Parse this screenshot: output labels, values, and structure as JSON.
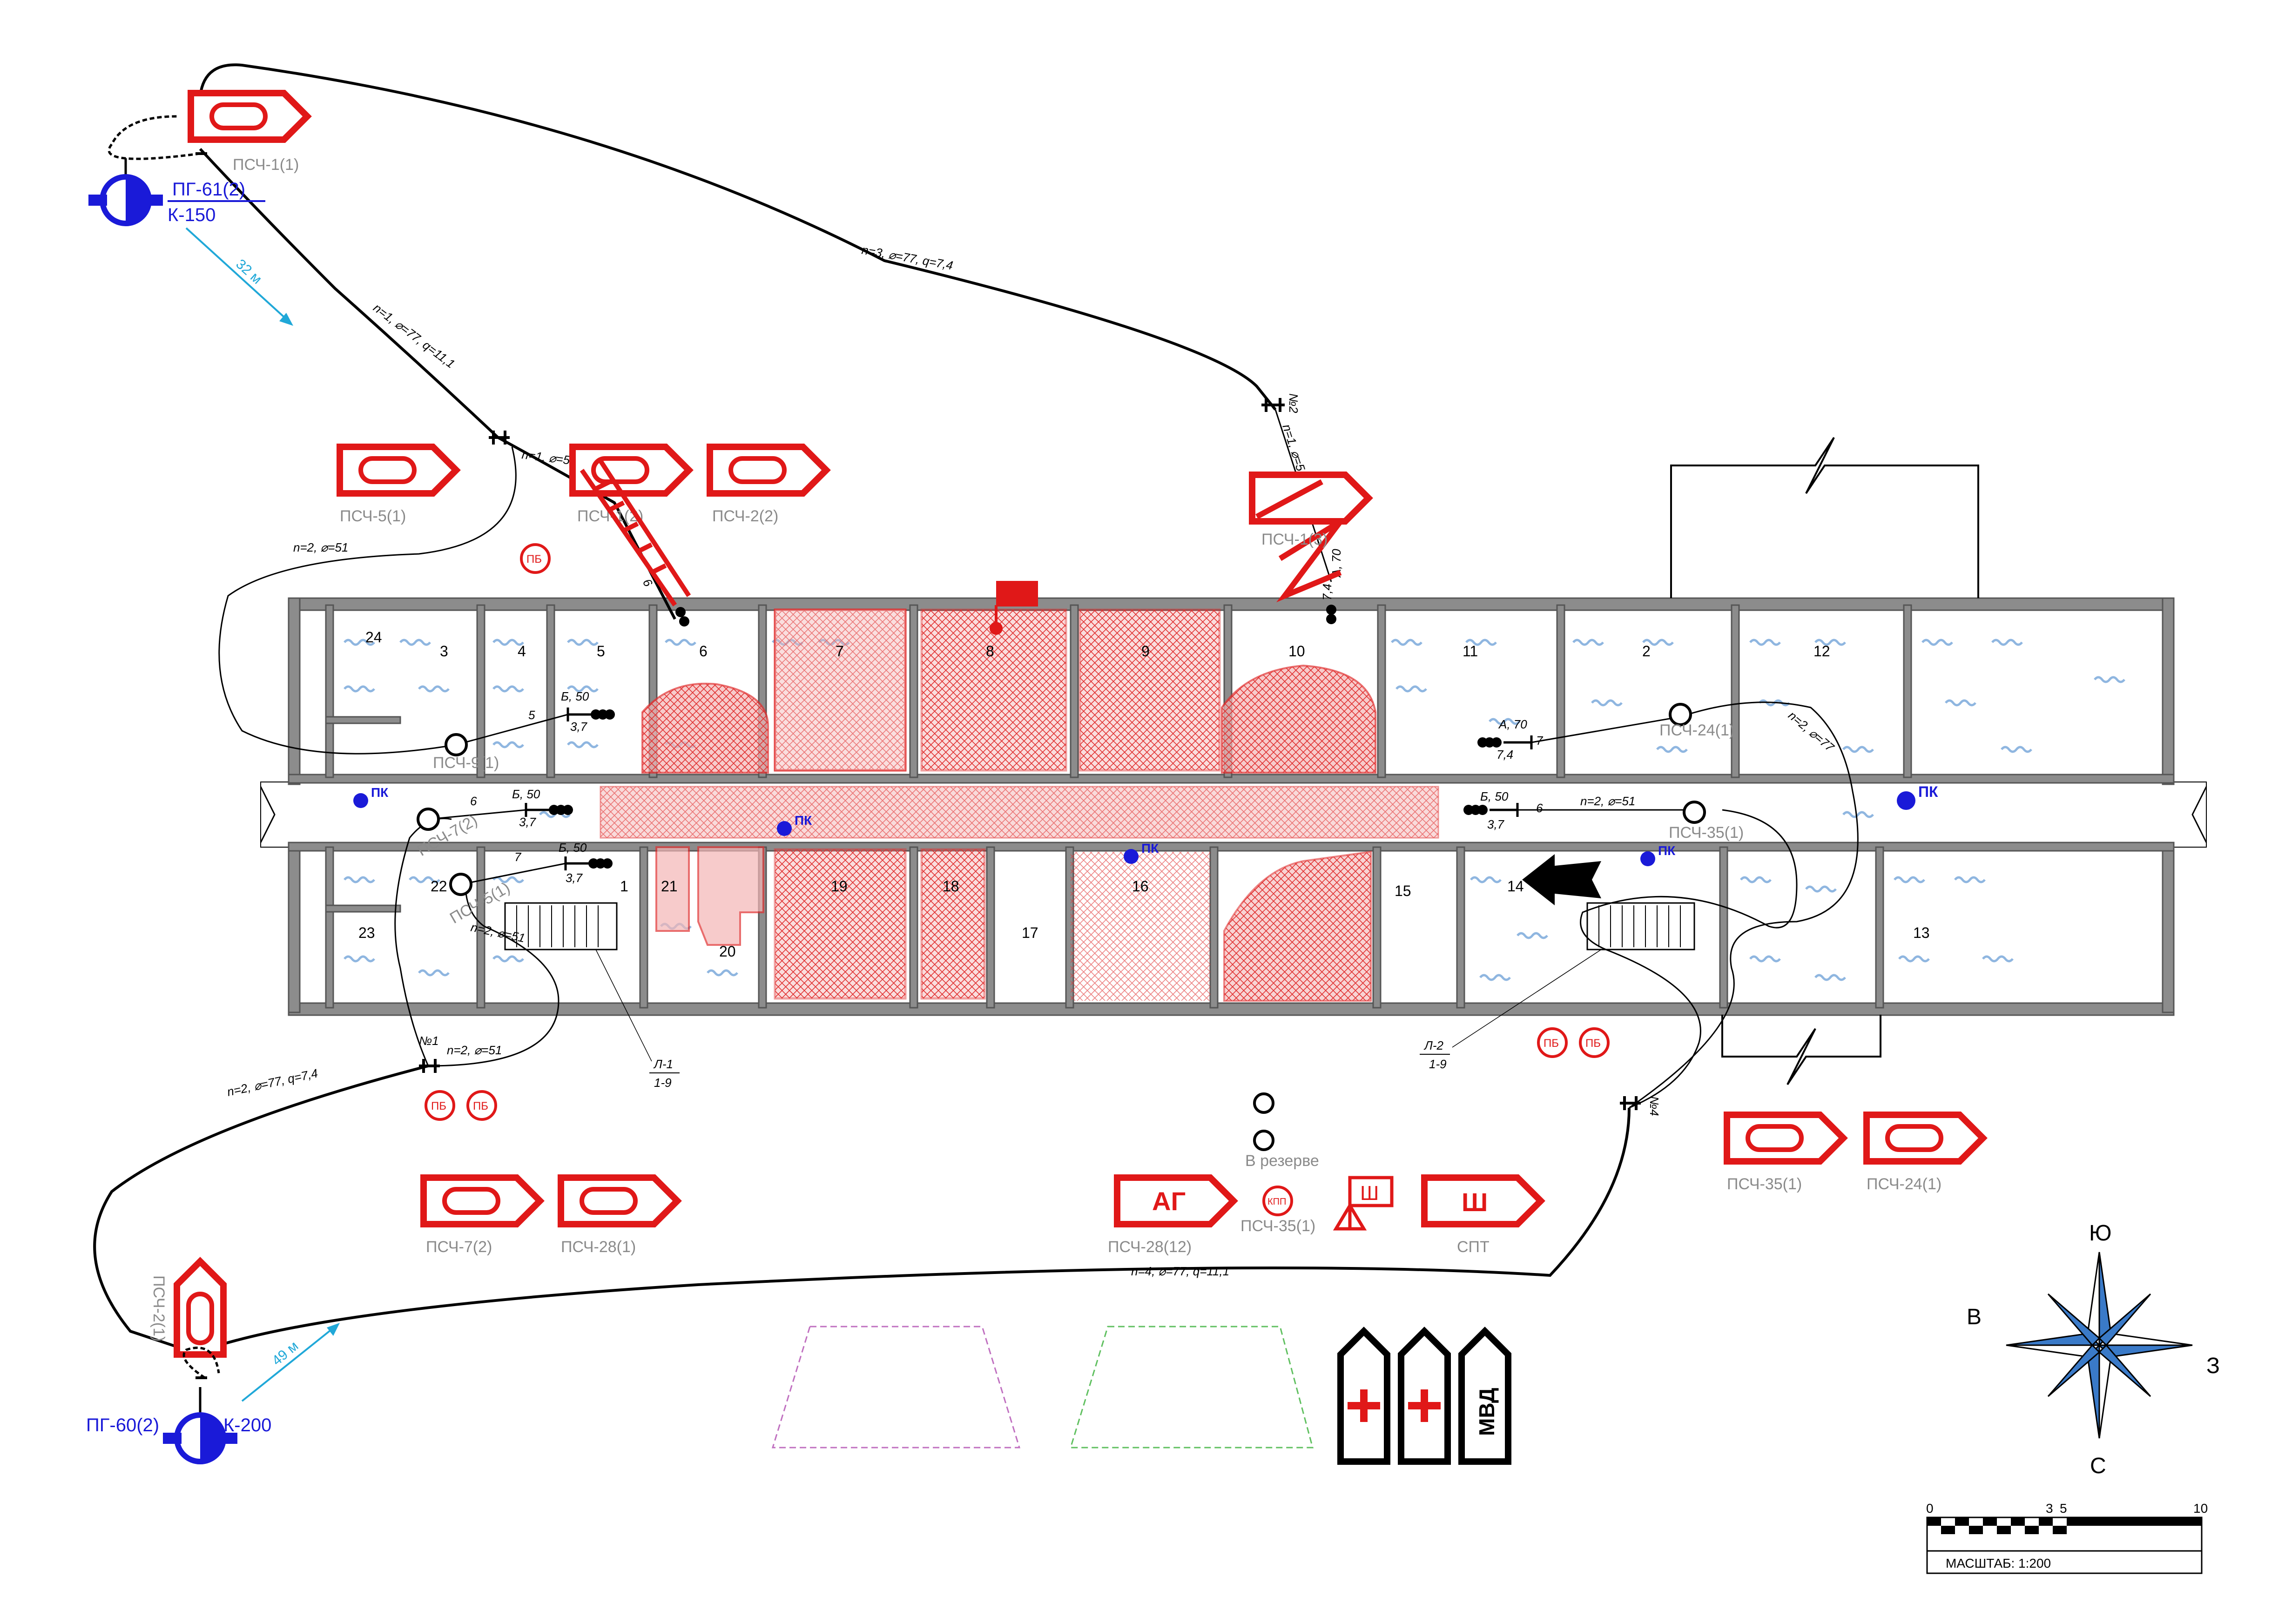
{
  "units": {
    "pch1": "ПСЧ-1(1)",
    "pch5": "ПСЧ-5(1)",
    "pch1b": "ПСЧ-1(2)",
    "pch2": "ПСЧ-2(2)",
    "pch1c": "ПСЧ-1(3)",
    "pch7": "ПСЧ-7(2)",
    "pch28": "ПСЧ-28(1)",
    "pch28ag": "ПСЧ-28(12)",
    "pch35": "ПСЧ-35(1)",
    "pch24": "ПСЧ-24(1)",
    "pch2side": "ПСЧ-2(1)",
    "pch9": "ПСЧ-9(1)",
    "pch35small": "ПСЧ-35(1)",
    "pch24small": "ПСЧ-24(1)",
    "pch35kpp": "ПСЧ-35(1)",
    "pch7small": "ПСЧ-7(2)",
    "pch5small": "ПСЧ-5(1)"
  },
  "hydrants": {
    "h1_name": "ПГ-61(2)",
    "h1_pipe": "К-150",
    "h2_name": "ПГ-60(2)",
    "h2_pipe": "К-200",
    "dist1": "32 м",
    "dist2": "49 м"
  },
  "hoses": {
    "top_long": "n=3, ⌀=77, q=7,4",
    "diag": "n=1, ⌀=77, q=11,1",
    "short1": "n=1, ⌀=51",
    "left_loop": "n=2, ⌀=51",
    "right_drop": "n=1, ⌀=51",
    "bottom_left": "n=2, ⌀=77, q=7,4",
    "bottom_left2": "n=2, ⌀=51",
    "bottom_left3": "n=2, ⌀=51",
    "right_loop": "n=2, ⌀=51",
    "right_loop2": "n=2, ⌀=77",
    "bottom_long": "n=4, ⌀=77, q=11,1",
    "b50": "Б, 50",
    "a70": "А, 70",
    "q37": "3,7",
    "q74": "7,4",
    "n5": "5",
    "n6": "6",
    "n7": "7",
    "n1": "№1",
    "n2": "№2",
    "n4": "№4"
  },
  "rooms": [
    "24",
    "3",
    "4",
    "5",
    "6",
    "7",
    "8",
    "9",
    "10",
    "11",
    "2",
    "12",
    "22",
    "23",
    "1",
    "21",
    "20",
    "19",
    "18",
    "17",
    "16",
    "15",
    "14",
    "13"
  ],
  "signs": {
    "pk": "ПК",
    "pb": "ПБ",
    "ag": "АГ",
    "sh": "Ш",
    "spt": "СПТ",
    "kpp": "КПП",
    "reserve": "В резерве",
    "mvd": "МВД",
    "l1": "Л-1",
    "l19a": "1-9",
    "l2": "Л-2",
    "l19b": "1-9"
  },
  "compass": {
    "s": "Ю",
    "w": "В",
    "e": "З",
    "n": "С"
  },
  "scale": {
    "t0": "0",
    "t3": "3",
    "t5": "5",
    "t10": "10",
    "label": "МАСШТАБ:  1:200"
  },
  "colors": {
    "fire_red": "#e01818",
    "hydrant_blue": "#1a1ad8",
    "water_blue": "#8fb6e0",
    "arrow_cyan": "#20a8d8"
  }
}
